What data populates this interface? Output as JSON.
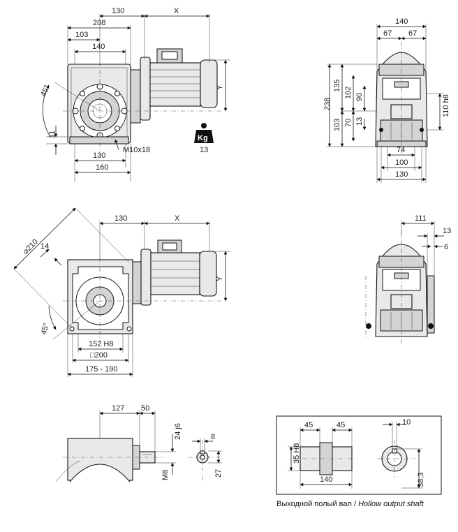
{
  "view1": {
    "dims_top": [
      "130",
      "X",
      "208",
      "103",
      "140"
    ],
    "angle": "45°",
    "dim_y": "Y",
    "dim_11": "11",
    "thread": "M10x18",
    "dims_bottom": [
      "130",
      "160"
    ],
    "weight_icon_label": "Kg",
    "weight_value": "13"
  },
  "view2": {
    "dims_top": [
      "140",
      "67",
      "67"
    ],
    "dims_left": [
      "238",
      "135",
      "102",
      "90",
      "103",
      "70",
      "13"
    ],
    "dim_right": "110 h8",
    "dims_bottom": [
      "74",
      "100",
      "130"
    ]
  },
  "view3": {
    "dims_top": [
      "130",
      "X"
    ],
    "diameter": "⌀210",
    "dim_14": "14",
    "angle": "45°",
    "dim_y": "Y",
    "dims_bottom": [
      "152 H8",
      "□200",
      "175 - 190"
    ]
  },
  "view4": {
    "dims": [
      "111",
      "13",
      "6"
    ]
  },
  "view5": {
    "dims_top": [
      "127",
      "50"
    ],
    "dim_shaft": "24 j6",
    "thread": "M8",
    "key_width": "8",
    "key_height": "27"
  },
  "hollow_shaft": {
    "dims_top": [
      "45",
      "45"
    ],
    "dim_left": "35 H8",
    "dim_bottom": "140",
    "dim_key": "10",
    "dim_depth": "38,3",
    "caption_ru": "Выходной полый вал",
    "caption_sep": "/",
    "caption_en": "Hollow output shaft"
  }
}
